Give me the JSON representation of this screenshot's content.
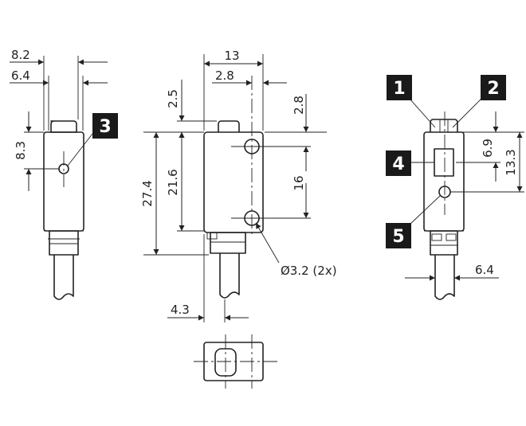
{
  "dimensions": {
    "d_8_2": "8.2",
    "d_6_4_left": "6.4",
    "d_8_3": "8.3",
    "d_13": "13",
    "d_2_8_top": "2.8",
    "d_2_5": "2.5",
    "d_2_8_right": "2.8",
    "d_27_4": "27.4",
    "d_21_6": "21.6",
    "d_16": "16",
    "d_hole": "Ø3.2 (2x)",
    "d_4_3": "4.3",
    "d_6_9": "6.9",
    "d_13_3": "13.3",
    "d_6_4_right": "6.4"
  },
  "callouts": {
    "c1": "1",
    "c2": "2",
    "c3": "3",
    "c4": "4",
    "c5": "5"
  }
}
